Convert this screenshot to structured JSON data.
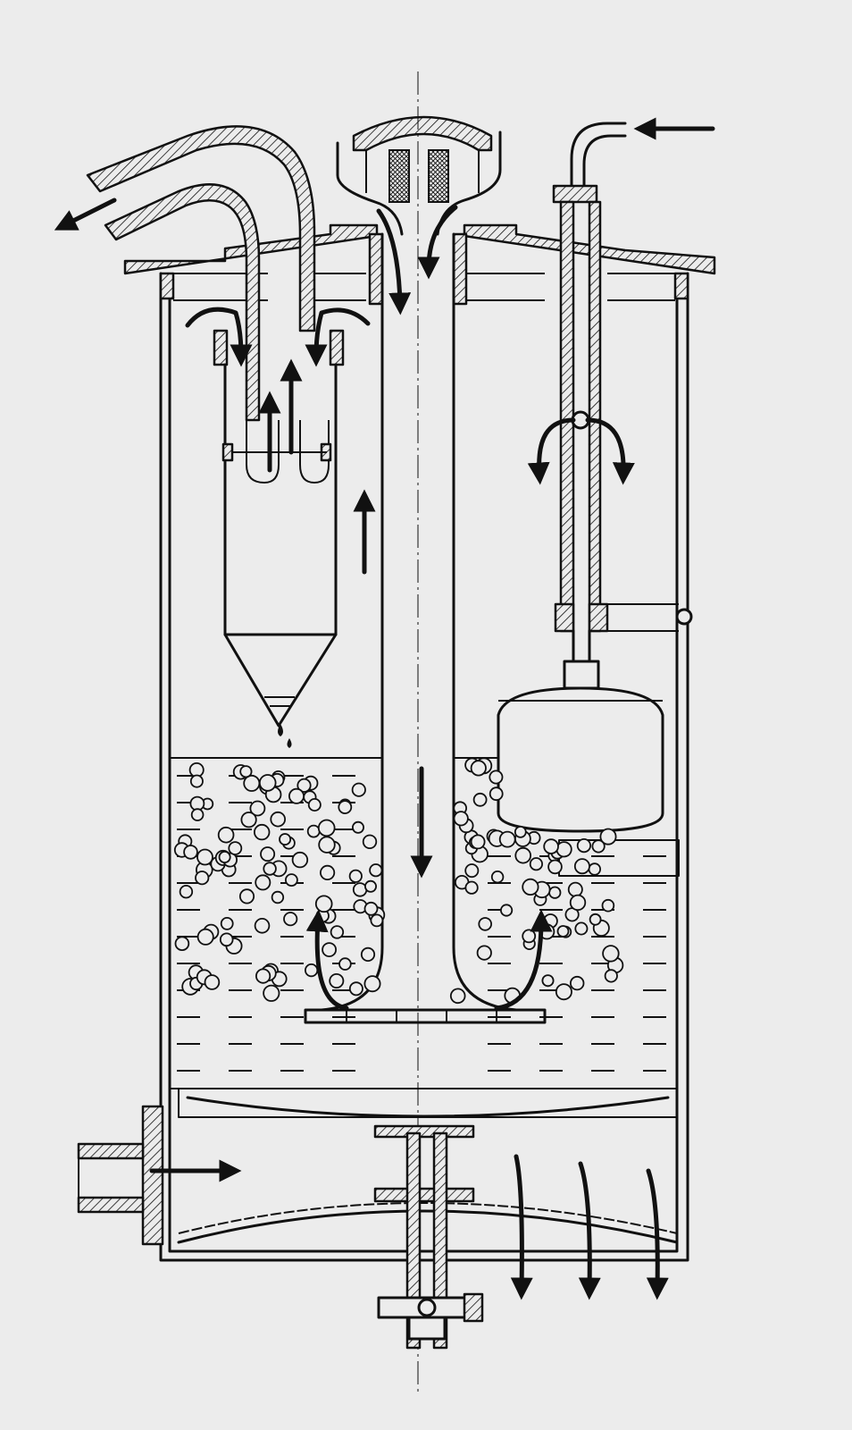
{
  "figure": {
    "colors": {
      "paper": "#ececec",
      "ink": "#111111"
    },
    "parts": [
      "outer-vessel",
      "top-cover-flange",
      "gas-outlet-pipe",
      "central-downcomer-tube",
      "top-inlet-cap-with-screens",
      "cyclone-separator",
      "float-and-rod",
      "liquid-inlet-pipe",
      "side-inlet-nozzle",
      "distributor-plate",
      "drain-valve"
    ]
  }
}
